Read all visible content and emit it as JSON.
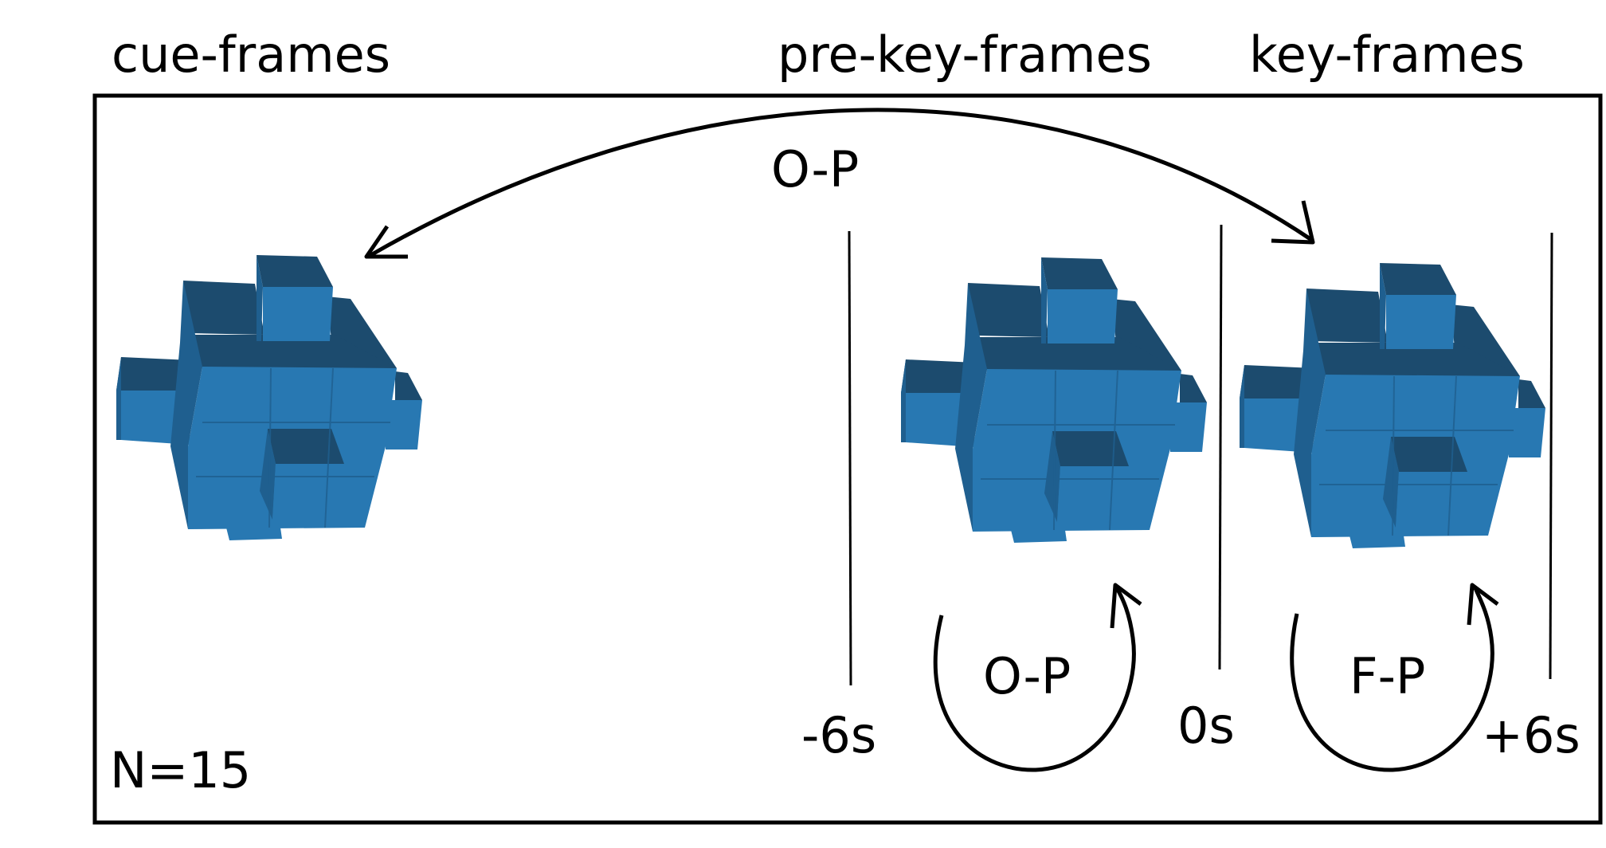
{
  "headers": {
    "cue": "cue-frames",
    "pre_key": "pre-key-frames",
    "key": "key-frames"
  },
  "arc_label": "O-P",
  "loops": [
    {
      "label": "O-P"
    },
    {
      "label": "F-P"
    }
  ],
  "ticks": [
    "-6s",
    "0s",
    "+6s"
  ],
  "sample_size": "N=15",
  "colors": {
    "cube_front": "#2878b2",
    "cube_top": "#1c4b6e",
    "cube_side": "#1f5f8f",
    "frame_border": "#000000"
  }
}
